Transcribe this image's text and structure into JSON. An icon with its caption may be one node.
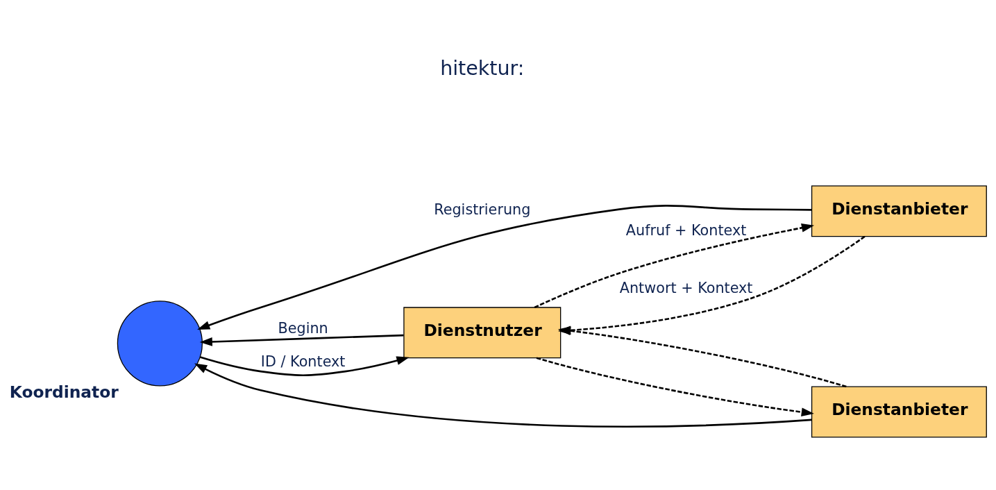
{
  "diagram": {
    "nodes": [
      {
        "text": [
          "Koordinator"
        ]
      },
      {
        "text": [
          "Dienstnutzer"
        ]
      },
      {
        "text": [
          "Dienstanbieter"
        ]
      },
      {
        "text": [
          "Dienstanbieter"
        ]
      }
    ],
    "edges": [
      {
        "from": 1,
        "to": 0,
        "arrow": "to",
        "label": "Beginn"
      },
      {
        "from": 0,
        "to": 1,
        "arrow": "to",
        "label": "ID / Kontext"
      },
      {
        "from": 2,
        "to": 0,
        "arrow": "to",
        "label": "Registrierung"
      },
      {
        "from": 3,
        "to": 0,
        "arrow": "to"
      },
      {
        "from": 1,
        "to": 2,
        "arrow": "to",
        "style": "dashed",
        "label": "Aufruf + Kontext"
      },
      {
        "from": 2,
        "to": 1,
        "arrow": "to",
        "style": "dashed",
        "label": "Antwort + Kontext"
      },
      {
        "from": 1,
        "to": 3,
        "arrow": "to",
        "style": "dashed"
      },
      {
        "from": 3,
        "to": 1,
        "arrow": "to",
        "style": "dashed"
      }
    ],
    "labels": [
      "hitektur:"
    ]
  }
}
